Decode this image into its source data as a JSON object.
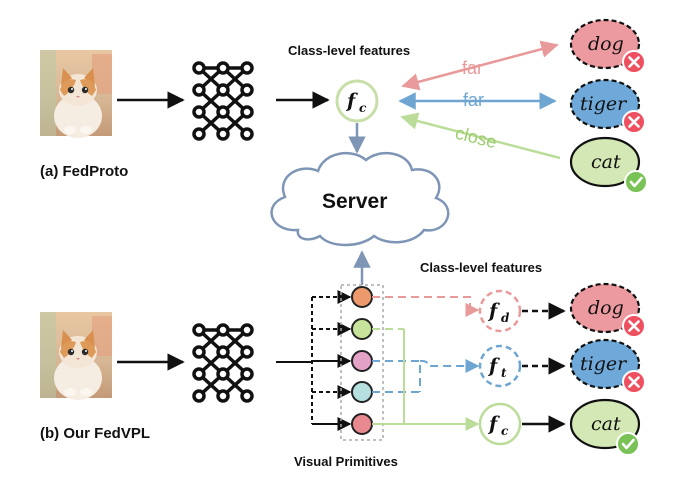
{
  "labels": {
    "fedproto": "(a) FedProto",
    "fedvpl": "(b) Our FedVPL",
    "class_features_top": "Class-level features",
    "class_features_bottom": "Class-level features",
    "server": "Server",
    "visual_primitives": "Visual Primitives"
  },
  "top_relations": [
    {
      "text": "far",
      "color": "#e89a9a"
    },
    {
      "text": "far",
      "color": "#6fa6d1"
    },
    {
      "text": "close",
      "color": "#9ccd6e"
    }
  ],
  "classes": [
    {
      "name": "dog",
      "fill": "#ec9aa0",
      "status": "wrong"
    },
    {
      "name": "tiger",
      "fill": "#6fa9da",
      "status": "wrong"
    },
    {
      "name": "cat",
      "fill": "#d3e8b4",
      "status": "correct"
    }
  ],
  "features": {
    "top": {
      "main": "f",
      "sub": "c"
    },
    "bottom": [
      {
        "main": "f",
        "sub": "d",
        "color": "#e89a9a"
      },
      {
        "main": "f",
        "sub": "t",
        "color": "#6fa6d1"
      },
      {
        "main": "f",
        "sub": "c",
        "color": "#bcdc9a"
      }
    ]
  },
  "primitive_colors": [
    "#ec9a6b",
    "#c7e29a",
    "#e3a2c6",
    "#b6e0e0",
    "#e8888f"
  ],
  "status_icons": {
    "wrong": "cross-icon",
    "correct": "check-icon"
  },
  "colors": {
    "wrong_badge": "#ef5060",
    "correct_badge": "#79c356",
    "arrow_gray": "#7f95b6"
  }
}
